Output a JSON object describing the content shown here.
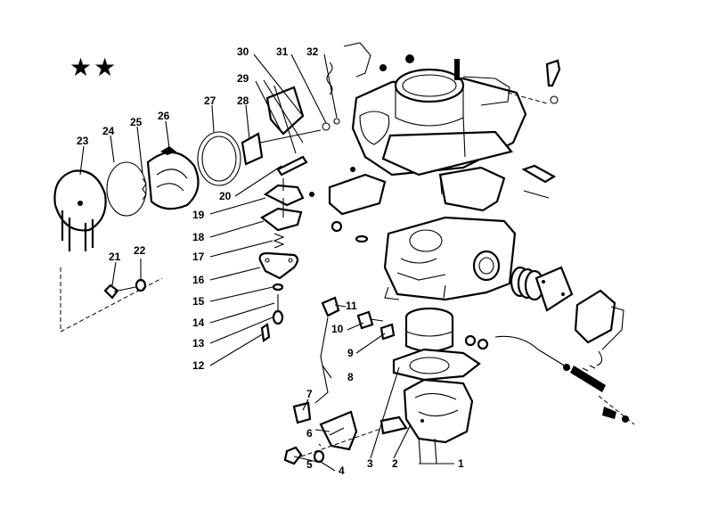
{
  "header": {
    "mark": "★★"
  },
  "labels": {
    "p1": "1",
    "p2": "2",
    "p3": "3",
    "p4": "4",
    "p5": "5",
    "p6": "6",
    "p7": "7",
    "p8": "8",
    "p9": "9",
    "p10": "10",
    "p11": "11",
    "p12": "12",
    "p13": "13",
    "p14": "14",
    "p15": "15",
    "p16": "16",
    "p17": "17",
    "p18": "18",
    "p19": "19",
    "p20": "20",
    "p21": "21",
    "p22": "22",
    "p23": "23",
    "p24": "24",
    "p25": "25",
    "p26": "26",
    "p27": "27",
    "p28": "28",
    "p29": "29",
    "p30": "30",
    "p31": "31",
    "p32": "32"
  }
}
